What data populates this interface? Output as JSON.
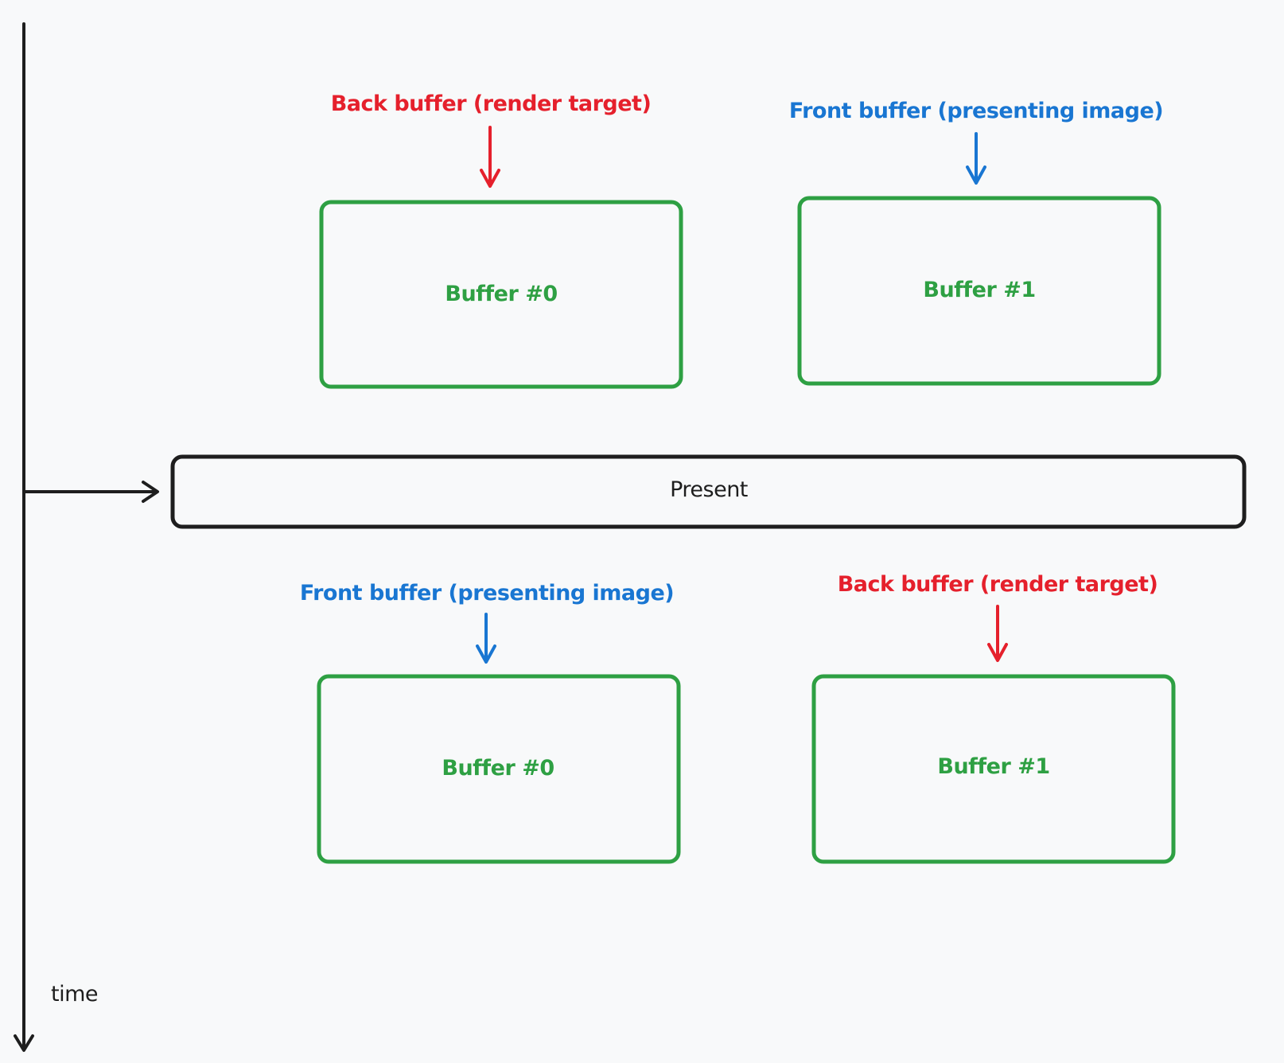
{
  "diagram": {
    "colors": {
      "back_buffer": "#e5202c",
      "front_buffer": "#1976d2",
      "buffer_box": "#2ea043",
      "present_box": "#1e1e1e",
      "background": "#f8f9fa"
    },
    "timeline": {
      "axis_label": "time"
    },
    "present": {
      "label": "Present"
    },
    "before_present": {
      "buffer0": {
        "label": "Buffer #0",
        "role": "Back buffer (render target)"
      },
      "buffer1": {
        "label": "Buffer #1",
        "role": "Front buffer (presenting image)"
      }
    },
    "after_present": {
      "buffer0": {
        "label": "Buffer #0",
        "role": "Front buffer (presenting image)"
      },
      "buffer1": {
        "label": "Buffer #1",
        "role": "Back buffer (render target)"
      }
    }
  }
}
